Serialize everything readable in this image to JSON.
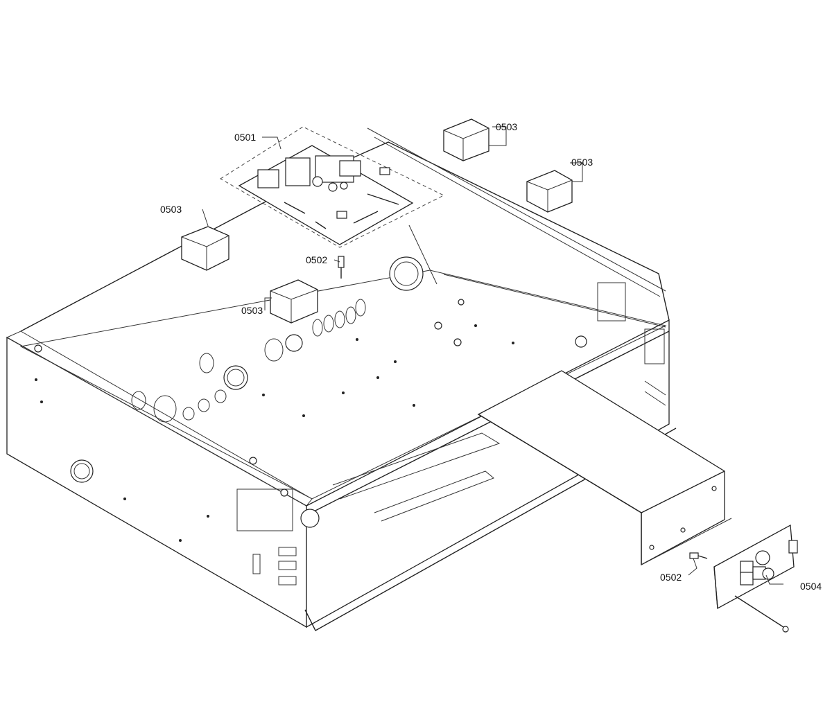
{
  "callouts": {
    "board_main": "0501",
    "screw_top": "0502",
    "relay_top_center": "0503",
    "relay_top_right": "0503",
    "relay_left_upper": "0503",
    "relay_left_lower": "0503",
    "screw_bottom": "0502",
    "board_bracket": "0504"
  }
}
